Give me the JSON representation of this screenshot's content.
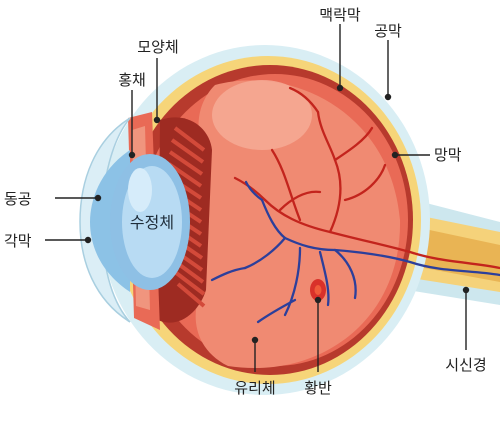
{
  "labels": {
    "choroid": "맥락막",
    "sclera": "공막",
    "ciliary_body": "모양체",
    "iris": "홍채",
    "retina": "망막",
    "pupil": "동공",
    "cornea": "각막",
    "lens": "수정체",
    "optic_nerve": "시신경",
    "vitreous_body": "유리체",
    "macula": "황반"
  }
}
